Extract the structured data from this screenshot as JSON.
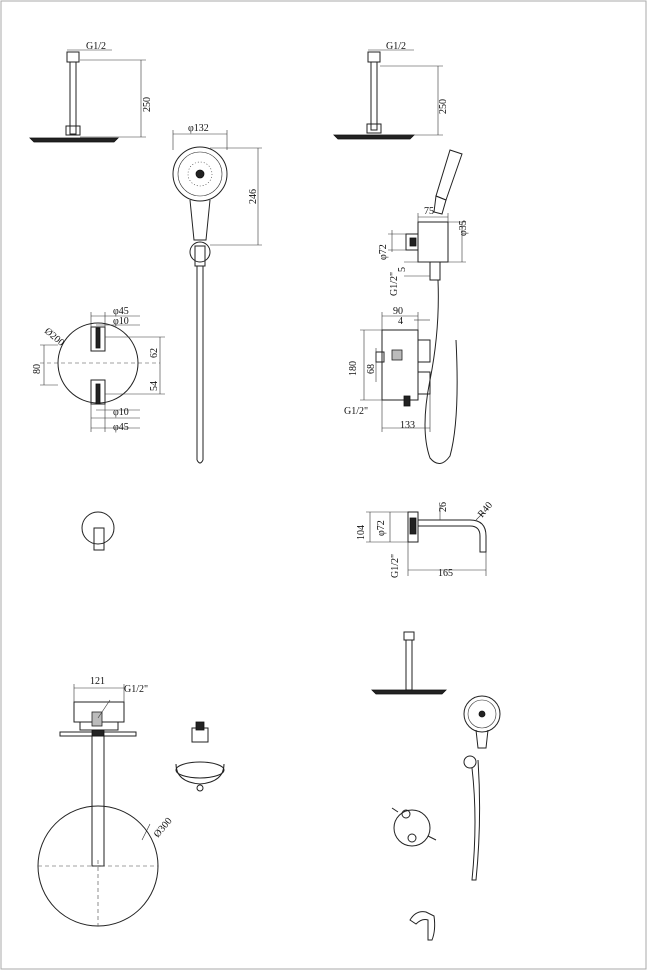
{
  "views": {
    "ceiling_arm_left": {
      "thread": "G1/2",
      "height": "250"
    },
    "ceiling_arm_right": {
      "thread": "G1/2",
      "height": "250"
    },
    "hand_shower": {
      "diameter": "φ132",
      "length": "246"
    },
    "holder_outlet": {
      "width": "75",
      "diameter": "φ35",
      "flange": "φ72",
      "thread": "G1/2\"",
      "offset": "5"
    },
    "valve_front": {
      "plate": "Ø200",
      "top_knob": "φ45",
      "top_stem": "φ10",
      "bottom_stem": "φ10",
      "bottom_knob": "φ45",
      "spacing_top": "62",
      "spacing_bottom": "54",
      "height": "80"
    },
    "valve_side": {
      "depth": "90",
      "offset": "4",
      "height": "180",
      "inner": "68",
      "thread": "G1/2\"",
      "width": "133"
    },
    "spout": {
      "height": "104",
      "flange": "φ72",
      "thread": "G1/2\"",
      "pipe": "26",
      "radius": "R40",
      "length": "165"
    },
    "rain_head_box": {
      "width": "121",
      "thread": "G1/2\"",
      "diameter": "Ø300"
    }
  }
}
